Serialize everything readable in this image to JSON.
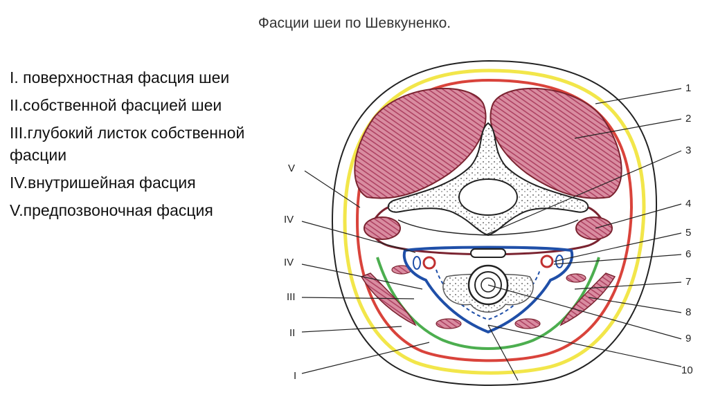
{
  "title": "Фасции шеи по Шевкуненко.",
  "legend": [
    "I. поверхностная фасция шеи",
    "II.собственной фасцией шеи",
    "III.глубокий листок собственной фасции",
    "IV.внутришейная фасция",
    "V.предпозвоночная фасция"
  ],
  "labels_left": [
    "V",
    "IV",
    "IV",
    "III",
    "II",
    "I"
  ],
  "labels_right": [
    "1",
    "2",
    "3",
    "4",
    "5",
    "6",
    "7",
    "8",
    "9",
    "10"
  ],
  "colors": {
    "muscle": "#c9607a",
    "yellow_fascia": "#f2e64a",
    "red_fascia": "#d9433b",
    "green_fascia": "#4cae4f",
    "blue_fascia": "#1f4fa8",
    "dark_fascia": "#7a2330"
  }
}
